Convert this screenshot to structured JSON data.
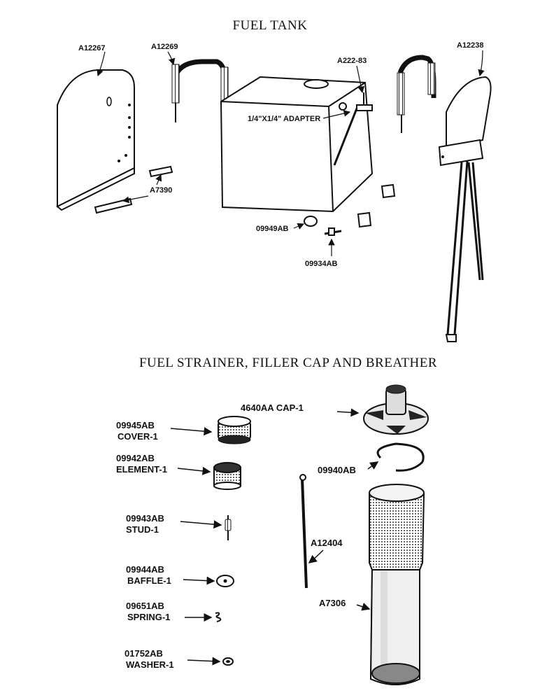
{
  "titles": {
    "top": "FUEL TANK",
    "bottom": "FUEL STRAINER, FILLER CAP AND BREATHER"
  },
  "fuel_tank_labels": {
    "side_panel_left": "A12267",
    "strap_left": "A12269",
    "fitting": "A222-83",
    "side_panel_right": "A12238",
    "adapter": "1/4\"X1/4\" ADAPTER",
    "pad": "A7390",
    "drain": "09949AB",
    "valve": "09934AB"
  },
  "strainer_labels": {
    "cover_code": "09945AB",
    "cover_name": "COVER-1",
    "element_code": "09942AB",
    "element_name": "ELEMENT-1",
    "stud_code": "09943AB",
    "stud_name": "STUD-1",
    "baffle_code": "09944AB",
    "baffle_name": "BAFFLE-1",
    "spring_code": "09651AB",
    "spring_name": "SPRING-1",
    "washer_code": "01752AB",
    "washer_name": "WASHER-1",
    "cap": "4640AA CAP-1",
    "ring": "09940AB",
    "rod": "A12404",
    "breather": "A7306"
  }
}
